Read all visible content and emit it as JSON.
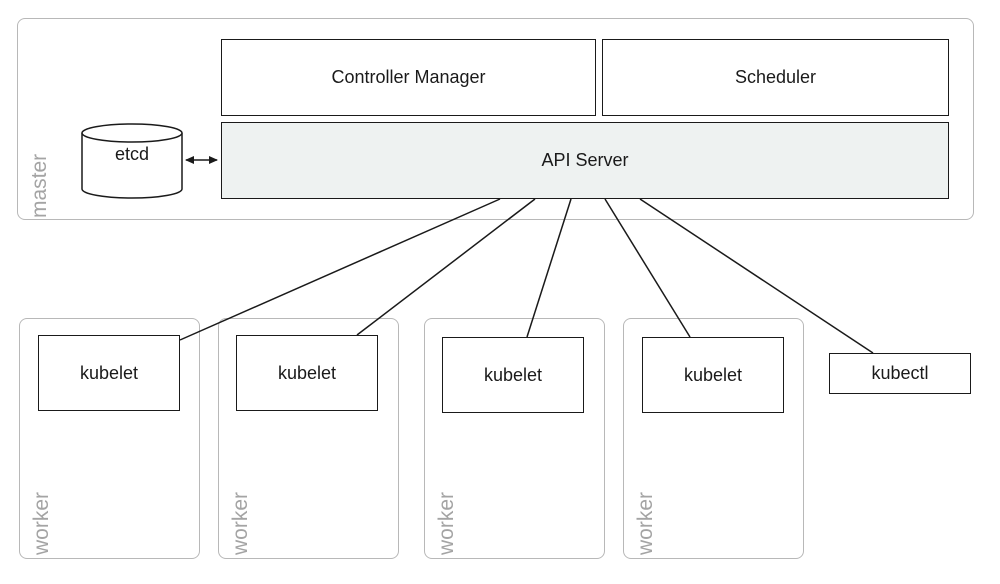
{
  "master": {
    "label": "master",
    "controller_manager": "Controller Manager",
    "scheduler": "Scheduler",
    "api_server": "API Server",
    "etcd": "etcd"
  },
  "workers": [
    {
      "label": "worker",
      "kubelet": "kubelet"
    },
    {
      "label": "worker",
      "kubelet": "kubelet"
    },
    {
      "label": "worker",
      "kubelet": "kubelet"
    },
    {
      "label": "worker",
      "kubelet": "kubelet"
    }
  ],
  "kubectl": "kubectl",
  "colors": {
    "api_server_fill": "#eef2f1",
    "group_border": "#b8b8b8",
    "group_label": "#a4a4a4",
    "line": "#1a1a1a"
  }
}
